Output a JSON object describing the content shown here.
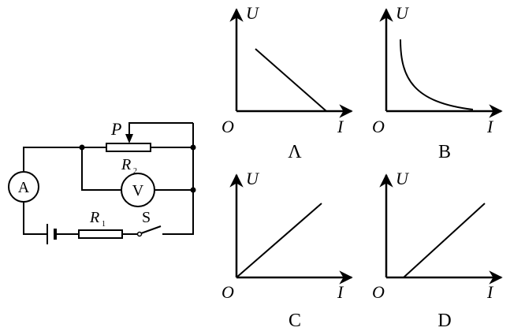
{
  "circuit": {
    "ammeter": "A",
    "voltmeter": "V",
    "slider": "P",
    "r2_letter": "R",
    "r2_sub": "2",
    "r1_letter": "R",
    "r1_sub": "1",
    "switch": "S"
  },
  "graphs": [
    {
      "id": "A",
      "caption": "Λ",
      "y_label": "U",
      "x_label": "I",
      "origin": "O",
      "relation": "linear-decreasing"
    },
    {
      "id": "B",
      "caption": "B",
      "y_label": "U",
      "x_label": "I",
      "origin": "O",
      "relation": "hyperbola-decreasing"
    },
    {
      "id": "C",
      "caption": "C",
      "y_label": "U",
      "x_label": "I",
      "origin": "O",
      "relation": "proportional-through-origin"
    },
    {
      "id": "D",
      "caption": "D",
      "y_label": "U",
      "x_label": "I",
      "origin": "O",
      "relation": "linear-increasing-positive-I-intercept"
    }
  ]
}
